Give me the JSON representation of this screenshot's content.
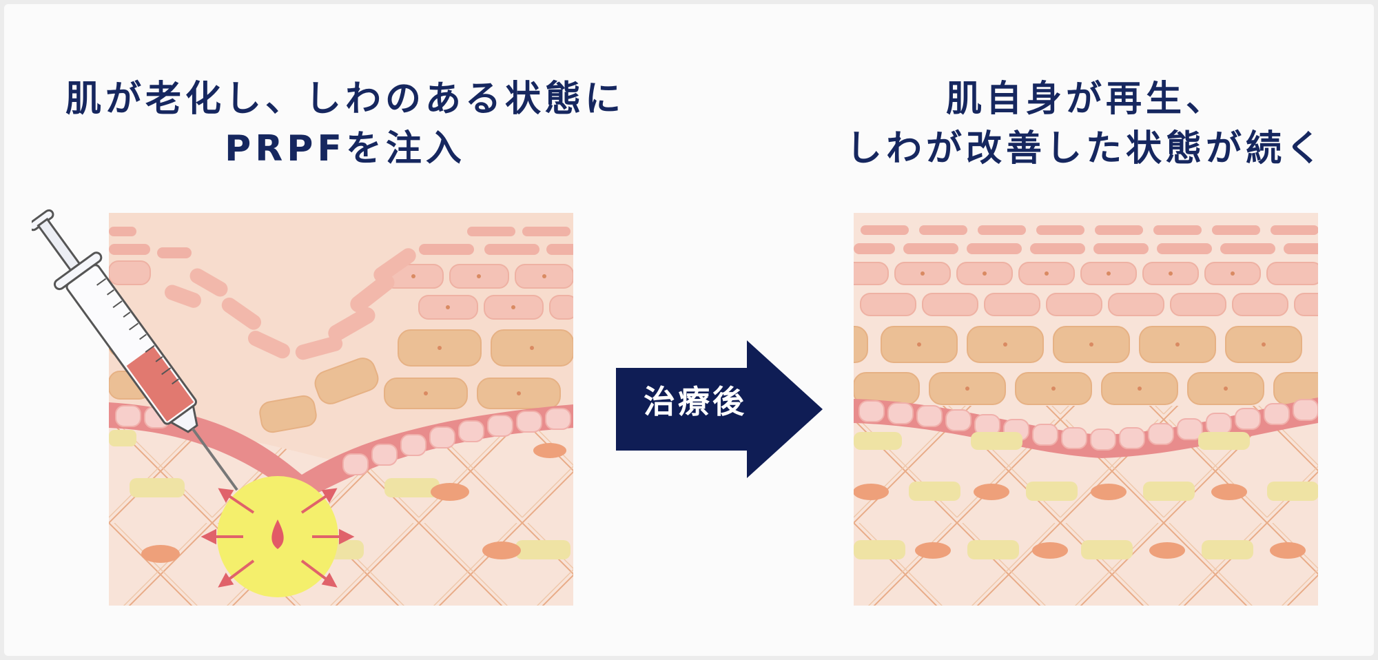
{
  "title_before": {
    "line1": "肌が老化し、しわのある状態に",
    "line2": "PRPFを注入"
  },
  "title_after": {
    "line1": "肌自身が再生、",
    "line2": "しわが改善した状態が続く"
  },
  "arrow_label": "治療後",
  "colors": {
    "title": "#16275f",
    "arrow": "#0f1d55",
    "skin_base": "#f8e3d8",
    "cell_pink": "#f1b7ad",
    "cell_orange": "#e8b489",
    "basal_layer": "#e88c8c",
    "fibroblast": "#eea07a",
    "fat_cell": "#efe3a4",
    "injection_zone": "#f4ef6c",
    "blood": "#e25a66"
  },
  "icons": {
    "syringe": "syringe-icon",
    "injection_burst": "injection-burst-icon",
    "arrow": "right-arrow-icon"
  }
}
